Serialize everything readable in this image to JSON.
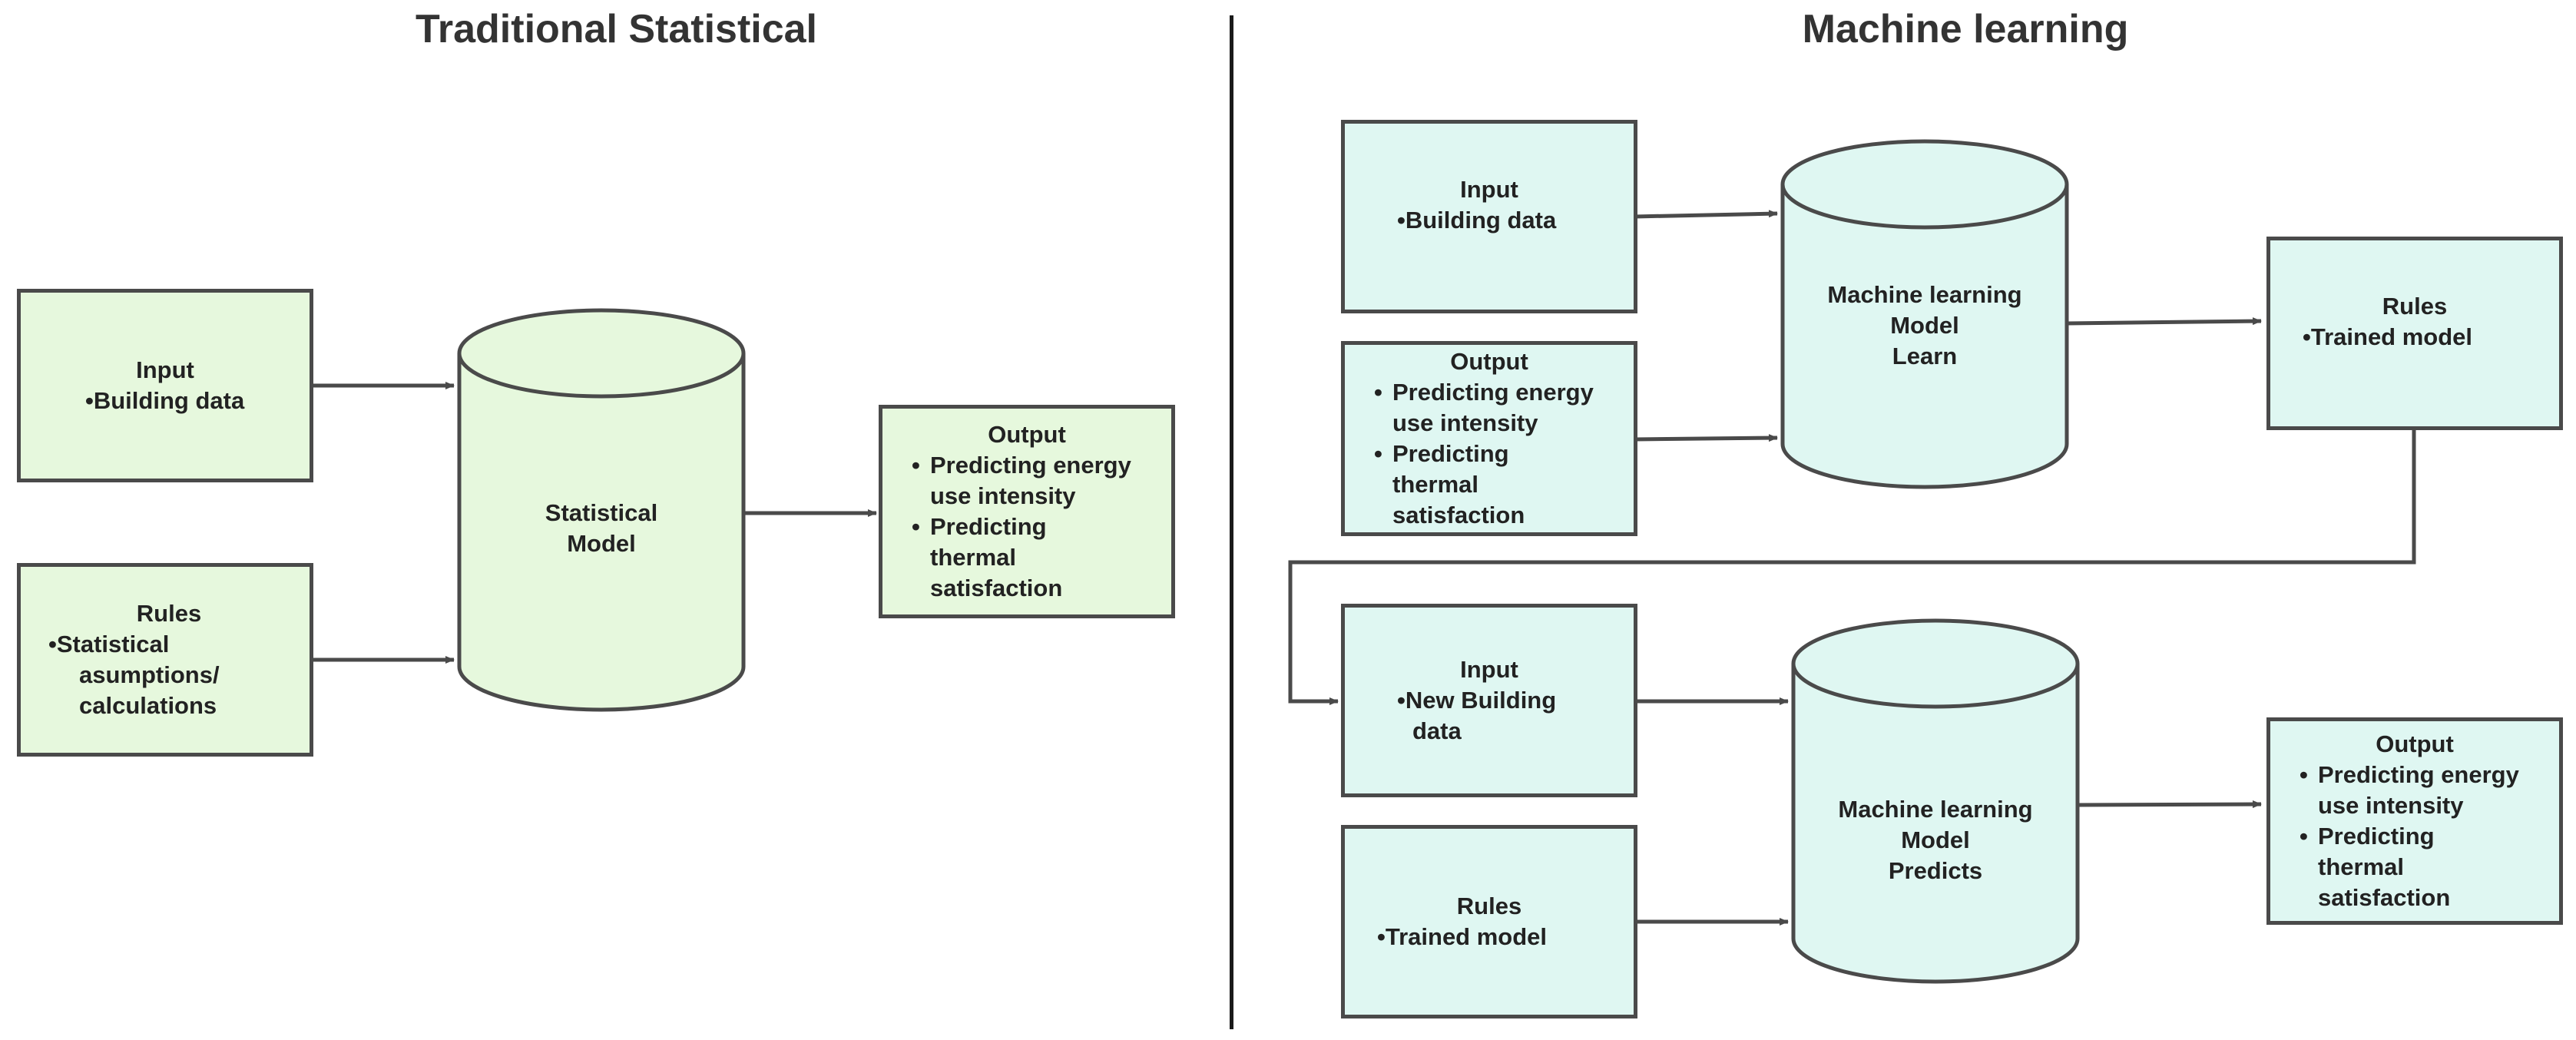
{
  "colors": {
    "stroke": "#4a4a4a",
    "green_fill": "#e6f8dd",
    "teal_fill": "#dff7f2",
    "divider": "#1a1a1a"
  },
  "traditional": {
    "title": "Traditional Statistical",
    "input": {
      "title": "Input",
      "items": [
        "Building data"
      ]
    },
    "rules": {
      "title": "Rules",
      "items": [
        "Statistical",
        "asumptions/",
        "calculations"
      ]
    },
    "model": {
      "lines": [
        "Statistical",
        "Model"
      ]
    },
    "output": {
      "title": "Output",
      "items": [
        [
          "Predicting energy",
          "use intensity"
        ],
        [
          "Predicting",
          "thermal",
          "satisfaction"
        ]
      ]
    }
  },
  "machine_learning": {
    "title": "Machine learning",
    "learn": {
      "input": {
        "title": "Input",
        "items": [
          "Building data"
        ]
      },
      "output": {
        "title": "Output",
        "items": [
          [
            "Predicting energy",
            "use intensity"
          ],
          [
            "Predicting",
            "thermal",
            "satisfaction"
          ]
        ]
      },
      "model": {
        "lines": [
          "Machine learning",
          "Model",
          "Learn"
        ]
      },
      "rules": {
        "title": "Rules",
        "items": [
          "Trained model"
        ]
      }
    },
    "predict": {
      "input": {
        "title": "Input",
        "items": [
          "New Building",
          "data"
        ]
      },
      "rules": {
        "title": "Rules",
        "items": [
          "Trained model"
        ]
      },
      "model": {
        "lines": [
          "Machine learning",
          "Model",
          "Predicts"
        ]
      },
      "output": {
        "title": "Output",
        "items": [
          [
            "Predicting energy",
            "use intensity"
          ],
          [
            "Predicting",
            "thermal",
            "satisfaction"
          ]
        ]
      }
    }
  }
}
